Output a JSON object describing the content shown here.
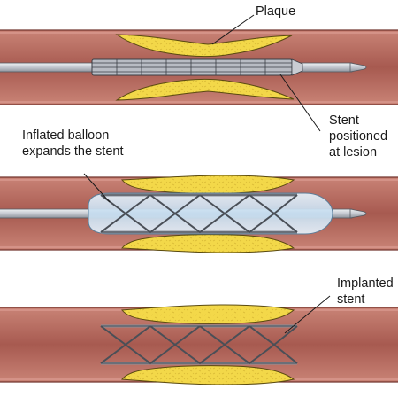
{
  "labels": {
    "plaque": "Plaque",
    "stent_line1": "Stent",
    "stent_line2": "positioned",
    "stent_line3": "at lesion",
    "balloon_line1": "Inflated balloon",
    "balloon_line2": "expands the stent",
    "implanted_line1": "Implanted",
    "implanted_line2": "stent"
  },
  "colors": {
    "artery_wall": "#b36a5e",
    "artery_lumen": "#9b4f46",
    "plaque": "#f2d64a",
    "stent": "#8a8f99",
    "catheter": "#c9ccd3",
    "balloon": "#cfe3f2"
  }
}
